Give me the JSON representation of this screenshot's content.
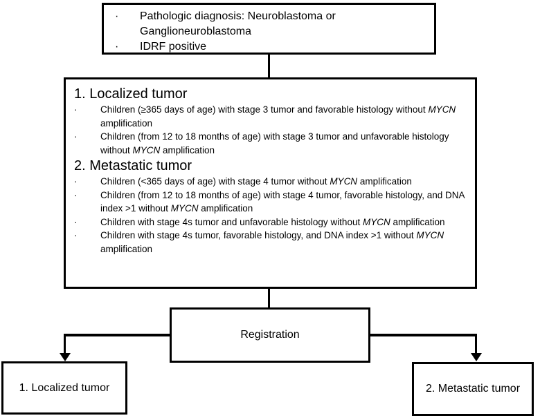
{
  "bullet_glyph": "·",
  "colors": {
    "line": "#000000",
    "background": "#ffffff",
    "text": "#000000"
  },
  "eligibility_box": {
    "bullets": [
      "Pathologic diagnosis: Neuroblastoma or Ganglioneuroblastoma",
      "IDRF positive"
    ]
  },
  "criteria_box": {
    "sections": [
      {
        "heading": "1. Localized tumor",
        "items": [
          "Children (≥365 days of age) with stage 3 tumor and favorable histology without *MYCN* amplification",
          "Children (from 12 to 18 months of age) with stage 3 tumor and unfavorable histology without *MYCN* amplification"
        ]
      },
      {
        "heading": "2. Metastatic tumor",
        "items": [
          "Children (<365 days of age) with stage 4 tumor without *MYCN* amplification",
          "Children (from 12 to 18 months of age) with stage 4 tumor, favorable histology, and DNA index >1 without *MYCN* amplification",
          "Children with stage 4s tumor and unfavorable histology without *MYCN* amplification",
          "Children with stage 4s tumor, favorable histology, and DNA index >1 without *MYCN* amplification"
        ]
      }
    ]
  },
  "registration_box": {
    "label": "Registration"
  },
  "outcome_left_box": {
    "label": "1. Localized tumor"
  },
  "outcome_right_box": {
    "label": "2. Metastatic tumor"
  }
}
